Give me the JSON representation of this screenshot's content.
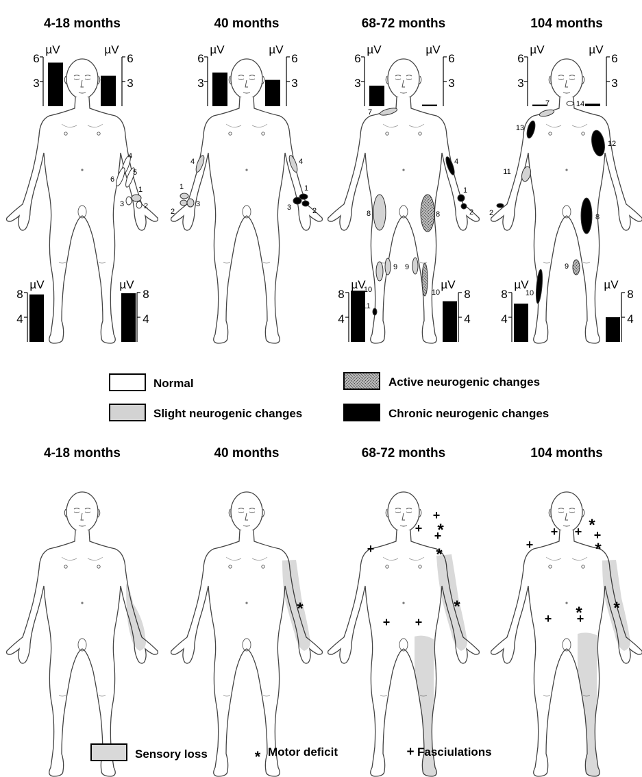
{
  "emg_panel": {
    "stages": [
      {
        "title": "4-18 months",
        "upper_left_uV": 5.3,
        "upper_right_uV": 3.7,
        "lower_left_uV": 7.7,
        "lower_right_uV": 7.9,
        "lesions": [
          {
            "id": "4",
            "type": "normal"
          },
          {
            "id": "5",
            "type": "normal"
          },
          {
            "id": "6",
            "type": "normal"
          },
          {
            "id": "1",
            "type": "slight"
          },
          {
            "id": "2",
            "type": "normal"
          },
          {
            "id": "3",
            "type": "normal"
          }
        ]
      },
      {
        "title": "40 months",
        "upper_left_uV": 4.1,
        "upper_right_uV": 3.2,
        "lower_left_uV": null,
        "lower_right_uV": null,
        "lesions": [
          {
            "id": "4",
            "type": "slight"
          },
          {
            "id": "1",
            "type": "slight"
          },
          {
            "id": "2",
            "type": "slight"
          },
          {
            "id": "3",
            "type": "slight"
          },
          {
            "id": "4",
            "type": "slight"
          },
          {
            "id": "1",
            "type": "chronic"
          },
          {
            "id": "2",
            "type": "chronic"
          },
          {
            "id": "3",
            "type": "chronic"
          }
        ]
      },
      {
        "title": "68-72 months",
        "upper_left_uV": 2.5,
        "upper_right_uV": 0.2,
        "lower_left_uV": 8.3,
        "lower_right_uV": 6.6,
        "lesions": [
          {
            "id": "7",
            "type": "slight"
          },
          {
            "id": "4",
            "type": "chronic"
          },
          {
            "id": "1",
            "type": "chronic"
          },
          {
            "id": "2",
            "type": "chronic"
          },
          {
            "id": "8",
            "type": "slight"
          },
          {
            "id": "8",
            "type": "active"
          },
          {
            "id": "9",
            "type": "slight"
          },
          {
            "id": "9",
            "type": "slight"
          },
          {
            "id": "10",
            "type": "slight"
          },
          {
            "id": "10",
            "type": "active"
          },
          {
            "id": "11",
            "type": "chronic"
          }
        ]
      },
      {
        "title": "104 months",
        "upper_left_uV": 0.2,
        "upper_right_uV": 0.3,
        "lower_left_uV": 6.2,
        "lower_right_uV": 4.0,
        "lesions": [
          {
            "id": "7",
            "type": "slight"
          },
          {
            "id": "14",
            "type": "normal"
          },
          {
            "id": "13",
            "type": "chronic"
          },
          {
            "id": "12",
            "type": "chronic"
          },
          {
            "id": "11",
            "type": "slight"
          },
          {
            "id": "2",
            "type": "chronic"
          },
          {
            "id": "8",
            "type": "chronic"
          },
          {
            "id": "9",
            "type": "active"
          },
          {
            "id": "10",
            "type": "chronic"
          }
        ]
      }
    ],
    "unit": "µV",
    "upper_ticks": [
      "6",
      "3"
    ],
    "lower_ticks": [
      "8",
      "4"
    ]
  },
  "legend_top": {
    "normal": "Normal",
    "slight": "Slight neurogenic changes",
    "active": "Active neurogenic changes",
    "chronic": "Chronic neurogenic changes"
  },
  "clinical_panel": {
    "stages": [
      {
        "title": "4-18 months"
      },
      {
        "title": "40 months"
      },
      {
        "title": "68-72 months"
      },
      {
        "title": "104 months"
      }
    ]
  },
  "legend_bottom": {
    "sensory": "Sensory loss",
    "motor_symbol": "*",
    "motor": "Motor deficit",
    "fasc_symbol": "+",
    "fasc": "Fasciulations"
  },
  "colors": {
    "slight": "#d3d3d3",
    "chronic": "#000000",
    "active": "#9a9a9a",
    "sensory": "#d9d9d9",
    "outline": "#555555"
  }
}
